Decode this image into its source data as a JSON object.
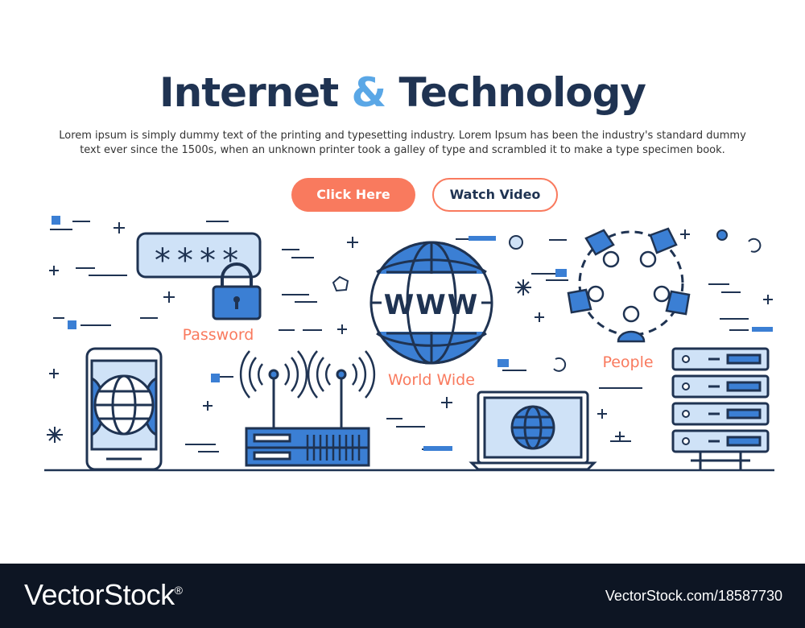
{
  "header": {
    "title_part1": "Internet",
    "title_amp": "&",
    "title_part2": "Technology",
    "description": "Lorem ipsum is simply dummy text of the printing and typesetting industry. Lorem Ipsum has been the industry's standard dummy text ever since the 1500s, when an unknown printer took a galley of type and scrambled it to make a type specimen book."
  },
  "buttons": {
    "primary_label": "Click Here",
    "secondary_label": "Watch Video"
  },
  "illustration": {
    "password_mask": "****",
    "password_label": "Password",
    "globe_text": "WWW",
    "world_wide_label": "World Wide",
    "people_label": "People"
  },
  "footer": {
    "brand": "VectorStock",
    "brand_mark": "®",
    "url": "VectorStock.com/18587730"
  },
  "colors": {
    "navy": "#1f3352",
    "accent_blue": "#5aa7e6",
    "light_blue": "#cfe2f7",
    "coral": "#f97a5e",
    "footer_bg": "#0d1523"
  }
}
